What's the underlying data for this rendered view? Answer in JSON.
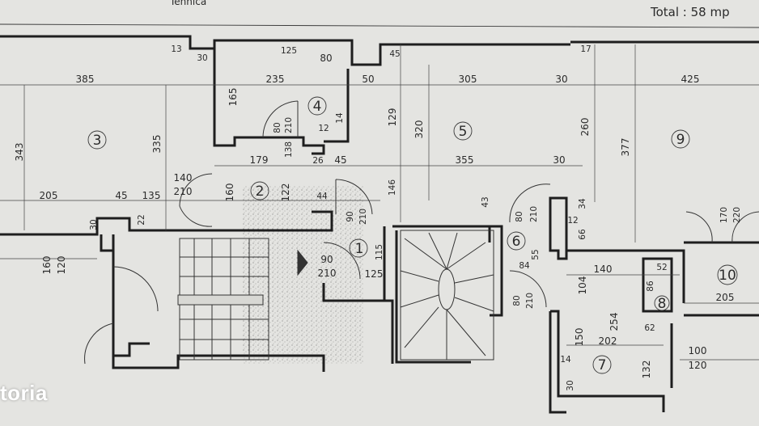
{
  "header": {
    "title_partial": "Tehnica",
    "total_label": "Total : 58 mp"
  },
  "rooms": [
    "1",
    "2",
    "3",
    "4",
    "5",
    "6",
    "7",
    "8",
    "9",
    "10"
  ],
  "dimensions": {
    "top_row": [
      "385",
      "235",
      "50",
      "305",
      "30",
      "425"
    ],
    "small_top": [
      "13",
      "30",
      "125",
      "80",
      "45",
      "17"
    ],
    "vertical_left": [
      "343",
      "335",
      "165",
      "80",
      "210",
      "12",
      "14",
      "138"
    ],
    "vertical_mid": [
      "129",
      "320",
      "260",
      "377",
      "30"
    ],
    "middle_row": [
      "179",
      "26",
      "45",
      "355",
      "30"
    ],
    "left_door": [
      "140",
      "210",
      "160",
      "122",
      "44"
    ],
    "row_205": [
      "205",
      "45",
      "135"
    ],
    "door_left_small": [
      "30",
      "22"
    ],
    "window_left": [
      "160",
      "120"
    ],
    "door_2_vertical": [
      "90",
      "210",
      "146"
    ],
    "stair_door": [
      "90",
      "210",
      "125",
      "115"
    ],
    "right_small": [
      "43",
      "80",
      "210",
      "12",
      "34",
      "66",
      "55",
      "84"
    ],
    "door_6_lower": [
      "80",
      "210"
    ],
    "room7": [
      "140",
      "104",
      "254",
      "150",
      "202",
      "14",
      "30",
      "132",
      "62"
    ],
    "room8": [
      "52",
      "86"
    ],
    "room10": [
      "170",
      "220",
      "205",
      "100",
      "120"
    ]
  },
  "watermark": "toria"
}
